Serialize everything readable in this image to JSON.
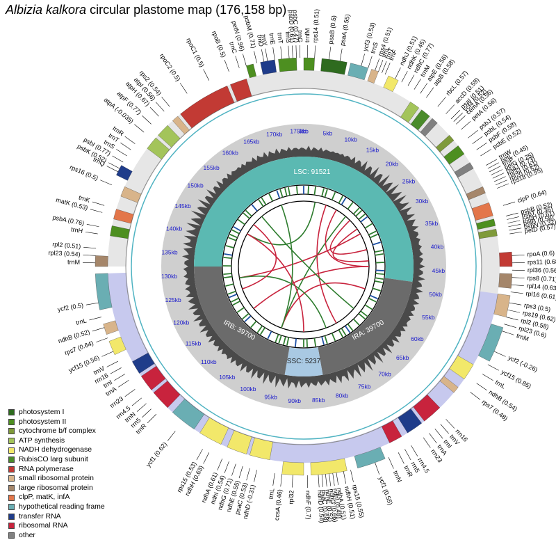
{
  "title": {
    "species": "Albizia kalkora",
    "rest": "circular plastome map (176,158 bp)"
  },
  "colors": {
    "ps1": "#2e6b1f",
    "ps2": "#4d8f20",
    "cyt": "#7f9a3a",
    "atp": "#a3c45a",
    "ndh": "#f2e86a",
    "rbc": "#4a8b2a",
    "rpo": "#c23a34",
    "rps": "#d8b48a",
    "rpl": "#a5866a",
    "clp": "#e3764a",
    "ycf": "#6aaeb3",
    "trn": "#1f3c8a",
    "rrn": "#c8233d",
    "oth": "#808080"
  },
  "legend": [
    {
      "label": "photosystem I",
      "color": "ps1"
    },
    {
      "label": "photosystem II",
      "color": "ps2"
    },
    {
      "label": "cytochrome b/f complex",
      "color": "cyt"
    },
    {
      "label": "ATP synthesis",
      "color": "atp"
    },
    {
      "label": "NADH dehydrogenase",
      "color": "ndh"
    },
    {
      "label": "RubisCO larg subunit",
      "color": "rbc"
    },
    {
      "label": "RNA polymerase",
      "color": "rpo"
    },
    {
      "label": "small ribosomal protein",
      "color": "rps"
    },
    {
      "label": "large ribosomal protein",
      "color": "rpl"
    },
    {
      "label": "clpP, matK, infA",
      "color": "clp"
    },
    {
      "label": "hypothetical reading frame",
      "color": "ycf"
    },
    {
      "label": "transfer RNA",
      "color": "trn"
    },
    {
      "label": "ribosomal RNA",
      "color": "rrn"
    },
    {
      "label": "other",
      "color": "oth"
    }
  ],
  "regions": {
    "lsc": "LSC: 91521",
    "ira": "IRA: 39700",
    "ssc": "SSC: 5237",
    "irb": "IRB: 39700"
  },
  "kb_ticks": [
    "0kb",
    "5kb",
    "10kb",
    "15kb",
    "20kb",
    "25kb",
    "30kb",
    "35kb",
    "40kb",
    "45kb",
    "50kb",
    "55kb",
    "60kb",
    "65kb",
    "70kb",
    "75kb",
    "80kb",
    "85kb",
    "90kb",
    "95kb",
    "100kb",
    "105kb",
    "110kb",
    "115kb",
    "120kb",
    "125kb",
    "130kb",
    "135kb",
    "140kb",
    "145kb",
    "150kb",
    "155kb",
    "160kb",
    "165kb",
    "170kb",
    "175kb"
  ],
  "gene_labels": [
    {
      "text": "psaB (0.5)",
      "angle": 7
    },
    {
      "text": "psaA (0.55)",
      "angle": 10
    },
    {
      "text": "ycf3 (0.53)",
      "angle": 16
    },
    {
      "text": "rps4 (0.51)",
      "angle": 20
    },
    {
      "text": "trnT",
      "angle": 22
    },
    {
      "text": "ndhJ (0.51)",
      "angle": 26
    },
    {
      "text": "ndhK (0.45)",
      "angle": 28
    },
    {
      "text": "ndhC (0.77)",
      "angle": 30
    },
    {
      "text": "atpE (0.56)",
      "angle": 34
    },
    {
      "text": "atpB (0.58)",
      "angle": 36
    },
    {
      "text": "psbJ (0.57)",
      "angle": 52
    },
    {
      "text": "psbL (0.54)",
      "angle": 54
    },
    {
      "text": "psbF (0.58)",
      "angle": 56
    },
    {
      "text": "psbE (0.52)",
      "angle": 58
    },
    {
      "text": "trnW",
      "angle": 61
    },
    {
      "text": "trnP",
      "angle": 63
    },
    {
      "text": "rpl20 (0.52)",
      "angle": 67
    },
    {
      "text": "clpP (0.64)",
      "angle": 73
    },
    {
      "text": "psbN (0.32)",
      "angle": 80
    },
    {
      "text": "rpoA (0.6)",
      "angle": 87
    },
    {
      "text": "rps11 (0.68)",
      "angle": 89
    },
    {
      "text": "rpl36 (0.56)",
      "angle": 91
    },
    {
      "text": "rps8 (0.71)",
      "angle": 93
    },
    {
      "text": "rpl14 (0.63)",
      "angle": 95
    },
    {
      "text": "rpl16 (0.61)",
      "angle": 97
    },
    {
      "text": "rps3 (0.5)",
      "angle": 100
    },
    {
      "text": "rps19 (0.62)",
      "angle": 102
    },
    {
      "text": "rpl2 (0.58)",
      "angle": 104
    },
    {
      "text": "rpl23 (0.6)",
      "angle": 106
    },
    {
      "text": "trnM",
      "angle": 108
    },
    {
      "text": "trnL",
      "angle": 121
    },
    {
      "text": "ndhB (0.54)",
      "angle": 124
    },
    {
      "text": "rps7 (0.48)",
      "angle": 127
    },
    {
      "text": "rrn16",
      "angle": 137
    },
    {
      "text": "trnV",
      "angle": 139
    },
    {
      "text": "trnI",
      "angle": 141
    },
    {
      "text": "trnA",
      "angle": 143
    },
    {
      "text": "rrn23",
      "angle": 145
    },
    {
      "text": "rrn4.5",
      "angle": 149
    },
    {
      "text": "rrn5",
      "angle": 151
    },
    {
      "text": "trnR",
      "angle": 153
    },
    {
      "text": "trnN",
      "angle": 156
    },
    {
      "text": "ycf1 (0.55)",
      "angle": 160
    },
    {
      "text": "ndhF (0.7)",
      "angle": 179
    },
    {
      "text": "rpl32",
      "angle": 183
    },
    {
      "text": "ccsA (0.46)",
      "angle": 186
    },
    {
      "text": "trnL",
      "angle": 188
    },
    {
      "text": "ndhD (-0.31)",
      "angle": 193
    },
    {
      "text": "psaC (0.53)",
      "angle": 195
    },
    {
      "text": "ndhE (0.55)",
      "angle": 197
    },
    {
      "text": "ndhG (0.71)",
      "angle": 199
    },
    {
      "text": "ndhI (0.54)",
      "angle": 201
    },
    {
      "text": "ndhA (0.61)",
      "angle": 203
    },
    {
      "text": "ndhH (0.63)",
      "angle": 207
    },
    {
      "text": "rps15 (0.53)",
      "angle": 209
    },
    {
      "text": "ycf1 (0.62)",
      "angle": 218
    },
    {
      "text": "trnR",
      "angle": 225
    },
    {
      "text": "rrn5",
      "angle": 227
    },
    {
      "text": "trnN",
      "angle": 229
    },
    {
      "text": "rrn4.5",
      "angle": 231
    },
    {
      "text": "rrn23",
      "angle": 234
    },
    {
      "text": "trnA",
      "angle": 237
    },
    {
      "text": "trnI",
      "angle": 239
    },
    {
      "text": "rrn16",
      "angle": 241
    },
    {
      "text": "trnV",
      "angle": 243
    },
    {
      "text": "rps7 (0.64)",
      "angle": 250
    },
    {
      "text": "ndhB (0.52)",
      "angle": 253
    },
    {
      "text": "trnL",
      "angle": 256
    },
    {
      "text": "ycf15 (0.56)",
      "angle": 246
    },
    {
      "text": "ycf2 (0.5)",
      "angle": 260
    },
    {
      "text": "trnM",
      "angle": 271
    },
    {
      "text": "rpl23 (0.54)",
      "angle": 273
    },
    {
      "text": "rpl2 (0.51)",
      "angle": 275
    },
    {
      "text": "trnH",
      "angle": 279
    },
    {
      "text": "psbA (0.76)",
      "angle": 281
    },
    {
      "text": "matK (0.53)",
      "angle": 285
    },
    {
      "text": "trnK",
      "angle": 287
    },
    {
      "text": "rps16 (0.5)",
      "angle": 293
    },
    {
      "text": "trnQ",
      "angle": 297
    },
    {
      "text": "psbK (0.52)",
      "angle": 298
    },
    {
      "text": "psbI (0.77)",
      "angle": 300
    },
    {
      "text": "trnS",
      "angle": 302
    },
    {
      "text": "trnT",
      "angle": 304
    },
    {
      "text": "trnR",
      "angle": 306
    },
    {
      "text": "atpA (-0.035)",
      "angle": 310
    },
    {
      "text": "atpF (0.77)",
      "angle": 313
    },
    {
      "text": "atpH (0.67)",
      "angle": 316
    },
    {
      "text": "atpI (0.56)",
      "angle": 318
    },
    {
      "text": "rps2 (0.54)",
      "angle": 320
    },
    {
      "text": "rpoC2 (0.5)",
      "angle": 326
    },
    {
      "text": "rpoC1 (0.5)",
      "angle": 333
    },
    {
      "text": "rpoB (0.5)",
      "angle": 339
    },
    {
      "text": "trnC",
      "angle": 342
    },
    {
      "text": "petN (0.96)",
      "angle": 344
    },
    {
      "text": "psbM (0.71)",
      "angle": 347
    },
    {
      "text": "trnD",
      "angle": 349
    },
    {
      "text": "trnY",
      "angle": 350
    },
    {
      "text": "trnE",
      "angle": 352
    },
    {
      "text": "trnT",
      "angle": 354
    },
    {
      "text": "trnS",
      "angle": 356
    },
    {
      "text": "psbD (0.61)",
      "angle": 357
    },
    {
      "text": "psbC (0.47)",
      "angle": 358
    },
    {
      "text": "trnG",
      "angle": 359
    },
    {
      "text": "trnfM",
      "angle": 1
    },
    {
      "text": "rps14 (0.51)",
      "angle": 3
    },
    {
      "text": "trnS",
      "angle": 18
    },
    {
      "text": "trnL",
      "angle": 21
    },
    {
      "text": "trnF",
      "angle": 23
    },
    {
      "text": "trnM",
      "angle": 32
    },
    {
      "text": "rbcL (0.57)",
      "angle": 40
    },
    {
      "text": "accD (0.59)",
      "angle": 43
    },
    {
      "text": "psaI (0.51)",
      "angle": 45
    },
    {
      "text": "ycf4 (0.52)",
      "angle": 46
    },
    {
      "text": "cemA (0.56)",
      "angle": 47
    },
    {
      "text": "petA (0.56)",
      "angle": 49
    },
    {
      "text": "petL (0.45)",
      "angle": 62
    },
    {
      "text": "petG (0.25)",
      "angle": 64
    },
    {
      "text": "psaJ (0.73)",
      "angle": 65
    },
    {
      "text": "rpl33 (0.61)",
      "angle": 66
    },
    {
      "text": "rps18 (0.55)",
      "angle": 68
    },
    {
      "text": "psbB (0.52)",
      "angle": 76
    },
    {
      "text": "psbT (0.36)",
      "angle": 77
    },
    {
      "text": "psbH (0.61)",
      "angle": 78
    },
    {
      "text": "petB (0.58)",
      "angle": 79
    },
    {
      "text": "petD (0.57)",
      "angle": 81
    },
    {
      "text": "ycf2 (-0.26)",
      "angle": 114
    },
    {
      "text": "ycf15 (0.85)",
      "angle": 118
    },
    {
      "text": "rps15 (0.55)",
      "angle": 167
    },
    {
      "text": "ndhH (0.51)",
      "angle": 169
    },
    {
      "text": "ndhA (0.51)",
      "angle": 171
    },
    {
      "text": "ndhI (0.48)",
      "angle": 172
    },
    {
      "text": "ndhG (0.66)",
      "angle": 173
    },
    {
      "text": "ndhE (0.52)",
      "angle": 174
    },
    {
      "text": "psaC (0.68)",
      "angle": 175
    },
    {
      "text": "ndhD (0.58)",
      "angle": 176
    }
  ]
}
